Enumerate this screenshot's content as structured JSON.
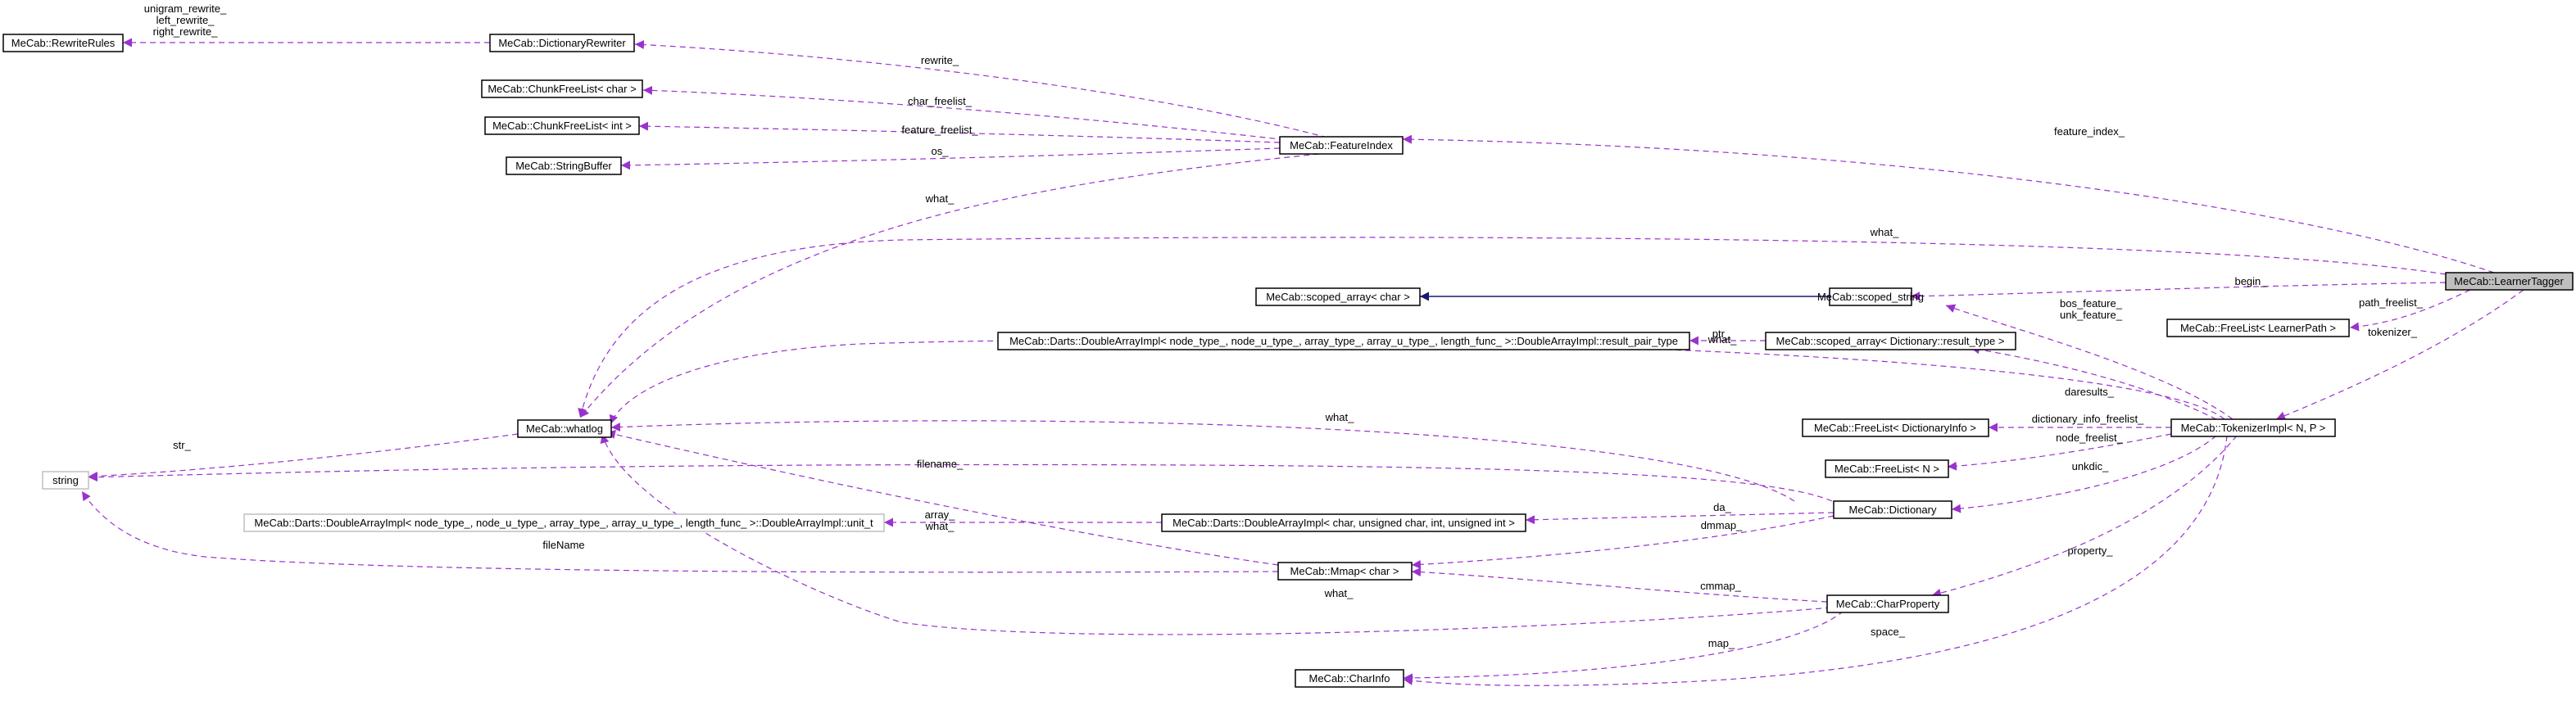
{
  "nodes": {
    "rewrite_rules": "MeCab::RewriteRules",
    "dictionary_rewriter": "MeCab::DictionaryRewriter",
    "chunk_freelist_char": "MeCab::ChunkFreeList< char >",
    "chunk_freelist_int": "MeCab::ChunkFreeList< int >",
    "string_buffer": "MeCab::StringBuffer",
    "feature_index": "MeCab::FeatureIndex",
    "learner_tagger": "MeCab::LearnerTagger",
    "scoped_array_char": "MeCab::scoped_array< char >",
    "scoped_string": "MeCab::scoped_string",
    "freelist_learner_path": "MeCab::FreeList< LearnerPath >",
    "result_pair_type": "MeCab::Darts::DoubleArrayImpl< node_type_, node_u_type_, array_type_, array_u_type_, length_func_ >::DoubleArrayImpl::result_pair_type",
    "scoped_array_result": "MeCab::scoped_array< Dictionary::result_type >",
    "whatlog": "MeCab::whatlog",
    "freelist_dictinfo": "MeCab::FreeList< DictionaryInfo >",
    "tokenizer_impl": "MeCab::TokenizerImpl< N, P >",
    "string": "string",
    "freelist_n": "MeCab::FreeList< N >",
    "double_array_unit": "MeCab::Darts::DoubleArrayImpl< node_type_, node_u_type_, array_type_, array_u_type_, length_func_ >::DoubleArrayImpl::unit_t",
    "double_array_char": "MeCab::Darts::DoubleArrayImpl< char, unsigned char, int, unsigned int >",
    "dictionary": "MeCab::Dictionary",
    "mmap_char": "MeCab::Mmap< char >",
    "char_property": "MeCab::CharProperty",
    "char_info": "MeCab::CharInfo"
  },
  "edge_labels": {
    "rewrite_rules_labels": "unigram_rewrite_\nleft_rewrite_\nright_rewrite_",
    "rewrite": "rewrite_",
    "char_freelist": "char_freelist_",
    "feature_freelist": "feature_freelist_",
    "os": "os_",
    "fi_what": "what_",
    "feature_index": "feature_index_",
    "lt_what": "what_",
    "begin": "begin_",
    "path_freelist": "path_freelist_",
    "tokenizer": "tokenizer_",
    "bos_unk": "bos_feature_\nunk_feature_",
    "ti_what": "what_",
    "ptr": "ptr_",
    "daresults": "daresults_",
    "str": "str_",
    "dict_what": "what_",
    "dictionary_info_freelist": "dictionary_info_freelist_",
    "node_freelist": "node_freelist_",
    "filename": "filename_",
    "unkdic": "unkdic_",
    "array_what": "array_\nwhat_",
    "da": "da_",
    "dmmap": "dmmap_",
    "property": "property_",
    "filename2": "fileName",
    "mmap_what": "what_",
    "cmmap": "cmmap_",
    "space": "space_",
    "map": "map_"
  }
}
